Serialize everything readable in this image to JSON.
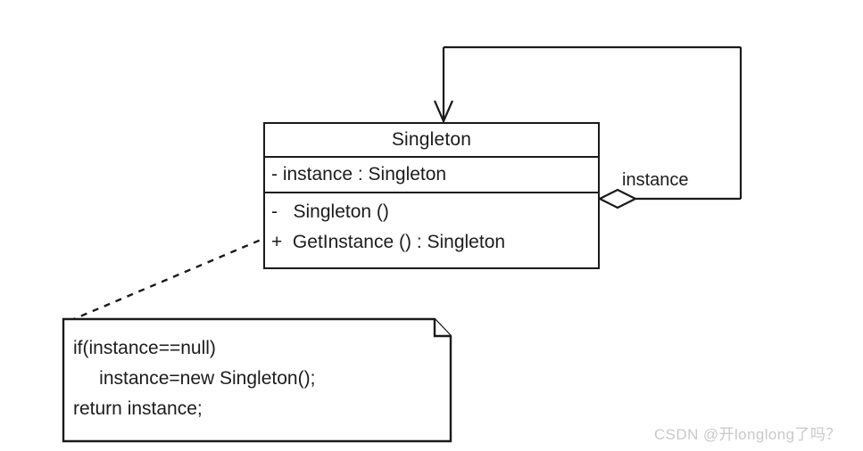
{
  "diagram": {
    "type": "uml-class-diagram",
    "background_color": "#ffffff",
    "stroke_color": "#1a1a1a",
    "text_color": "#1c1c1c",
    "class": {
      "name": "Singleton",
      "attributes": [
        "-  instance  :  Singleton"
      ],
      "operations": [
        "-   Singleton ()",
        "+  GetInstance () : Singleton"
      ]
    },
    "association": {
      "label": "instance",
      "end_marker": "open-diamond-aggregation",
      "target_marker": "open-arrow"
    },
    "note": {
      "lines": [
        "if(instance==null)",
        "     instance=new Singleton();",
        "return instance;"
      ],
      "connector": "dashed-line",
      "corner": "folded"
    }
  },
  "watermark": {
    "text": "CSDN @开longlong了吗？",
    "color": "#c9c9c9"
  }
}
